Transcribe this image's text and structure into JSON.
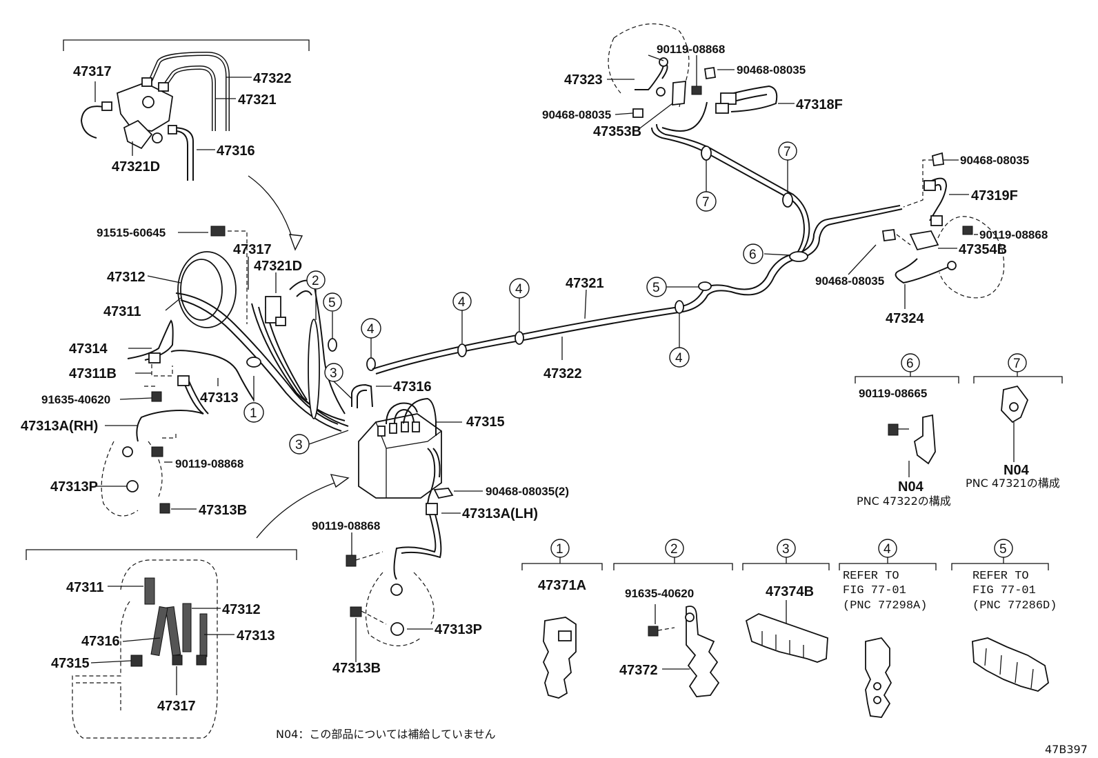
{
  "diagram_id": "47B397",
  "footnote": "N04：この部品については補給していません",
  "labels": {
    "p47317_top": "47317",
    "p47322_top": "47322",
    "p47321_top": "47321",
    "p47316_top": "47316",
    "p47321D_top": "47321D",
    "p91515": "91515-60645",
    "p47317_mid": "47317",
    "p47321D_mid": "47321D",
    "p47312": "47312",
    "p47311": "47311",
    "p47314": "47314",
    "p47311B": "47311B",
    "p47313": "47313",
    "p91635_left": "91635-40620",
    "p47313A_RH": "47313A(RH)",
    "p90119_left": "90119-08868",
    "p47313P_left": "47313P",
    "p47313B_left": "47313B",
    "p47316_mid": "47316",
    "p47315_mid": "47315",
    "p90468_2": "90468-08035(2)",
    "p47313A_LH": "47313A(LH)",
    "p90119_bottom": "90119-08868",
    "p47313P_bottom": "47313P",
    "p47313B_bottom": "47313B",
    "p47321_main": "47321",
    "p47322_main": "47322",
    "p90119_topright": "90119-08868",
    "p90468_topright": "90468-08035",
    "p47323": "47323",
    "p90468_left_top": "90468-08035",
    "p47353B": "47353B",
    "p47318F": "47318F",
    "p90468_right1": "90468-08035",
    "p47319F": "47319F",
    "p90119_right": "90119-08868",
    "p47354B": "47354B",
    "p90468_right2": "90468-08035",
    "p47324": "47324",
    "p47311_inset": "47311",
    "p47312_inset": "47312",
    "p47316_inset": "47316",
    "p47313_inset": "47313",
    "p47315_inset": "47315",
    "p47317_inset": "47317"
  },
  "callouts": {
    "c1": "1",
    "c2": "2",
    "c3": "3",
    "c4": "4",
    "c5": "5",
    "c6": "6",
    "c7": "7"
  },
  "detail6": {
    "num": "6",
    "part": "90119-08665",
    "note_code": "N04",
    "note": "PNC 47322の構成"
  },
  "detail7": {
    "num": "7",
    "note_code": "N04",
    "note": "PNC 47321の構成"
  },
  "clamp_legend": [
    {
      "num": "1",
      "part": "47371A"
    },
    {
      "num": "2",
      "part": "47372",
      "bolt": "91635-40620"
    },
    {
      "num": "3",
      "part": "47374B"
    },
    {
      "num": "4",
      "ref1": "REFER TO",
      "ref2": "FIG 77-01",
      "ref3": "(PNC 77298A)"
    },
    {
      "num": "5",
      "ref1": "REFER TO",
      "ref2": "FIG 77-01",
      "ref3": "(PNC 77286D)"
    }
  ],
  "colors": {
    "line": "#111111",
    "background": "#ffffff"
  }
}
